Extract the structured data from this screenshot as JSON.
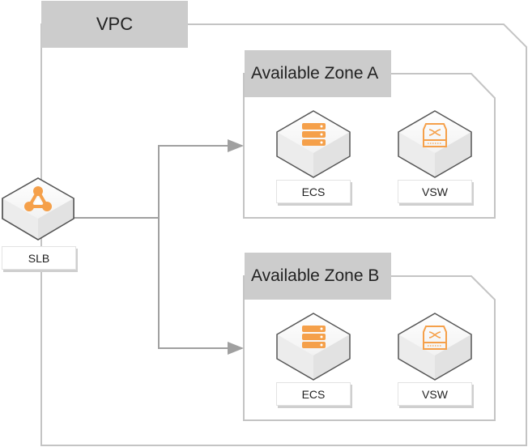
{
  "diagram": {
    "vpc": {
      "title": "VPC"
    },
    "load_balancer": {
      "label": "SLB",
      "icon": "load-balancer-icon"
    },
    "zones": [
      {
        "title": "Available Zone A",
        "nodes": [
          {
            "label": "ECS",
            "icon": "server-stack-icon"
          },
          {
            "label": "VSW",
            "icon": "switch-icon"
          }
        ]
      },
      {
        "title": "Available Zone B",
        "nodes": [
          {
            "label": "ECS",
            "icon": "server-stack-icon"
          },
          {
            "label": "VSW",
            "icon": "switch-icon"
          }
        ]
      }
    ],
    "connections": [
      {
        "from": "SLB",
        "to": "Available Zone A"
      },
      {
        "from": "SLB",
        "to": "Available Zone B"
      }
    ],
    "colors": {
      "accent": "#f5a04a",
      "border": "#c4c4c4",
      "tab_fill": "#cccccc",
      "connector": "#a0a0a0"
    }
  }
}
